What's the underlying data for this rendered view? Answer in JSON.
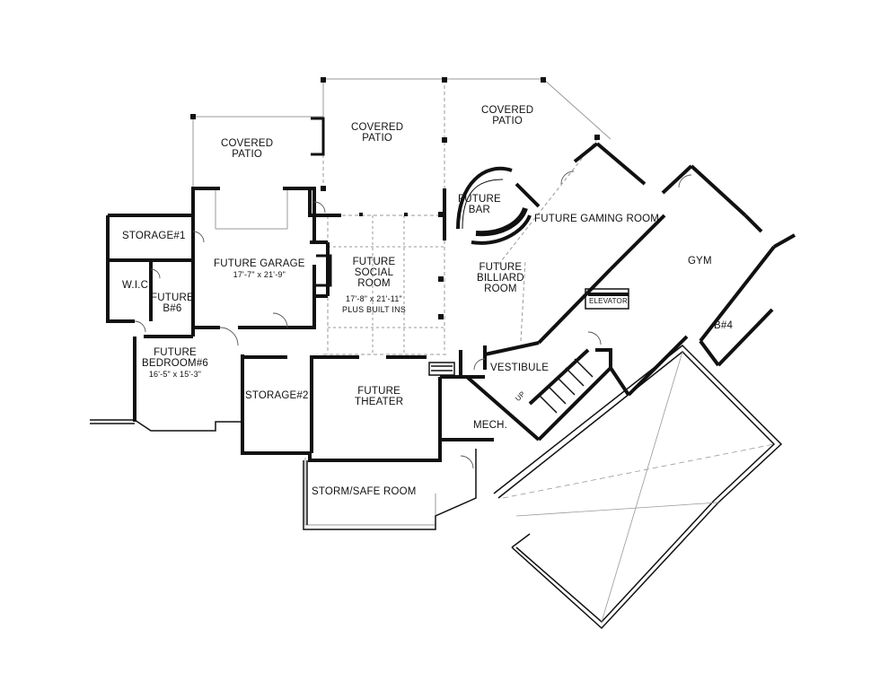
{
  "plan": {
    "rooms": {
      "covered_patio_left": [
        "COVERED",
        "PATIO"
      ],
      "covered_patio_center": [
        "COVERED",
        "PATIO"
      ],
      "covered_patio_right": [
        "COVERED",
        "PATIO"
      ],
      "storage1": "STORAGE#1",
      "future_garage": [
        "FUTURE GARAGE",
        "17'-7\" x 21'-9\""
      ],
      "wic": "W.I.C.",
      "future_b6": [
        "FUTURE",
        "B#6"
      ],
      "future_bedroom6": [
        "FUTURE",
        "BEDROOM#6",
        "16'-5\" x 15'-3\""
      ],
      "future_social_room": [
        "FUTURE",
        "SOCIAL",
        "ROOM",
        "17'-8\" x 21'-11\"",
        "PLUS BUILT INS"
      ],
      "future_bar": [
        "FUTURE",
        "BAR"
      ],
      "future_billiard_room": [
        "FUTURE",
        "BILLIARD",
        "ROOM"
      ],
      "future_gaming_room": "FUTURE GAMING ROOM",
      "gym": "GYM",
      "elevator": "ELEVATOR",
      "b4": "B#4",
      "vestibule": "VESTIBULE",
      "up": "UP",
      "storage2": "STORAGE#2",
      "future_theater": [
        "FUTURE",
        "THEATER"
      ],
      "mech": "MECH.",
      "storm_safe_room": "STORM/SAFE ROOM"
    },
    "colors": {
      "wall": "#111111",
      "dashed": "#9a9a9a",
      "background": "#ffffff"
    }
  }
}
